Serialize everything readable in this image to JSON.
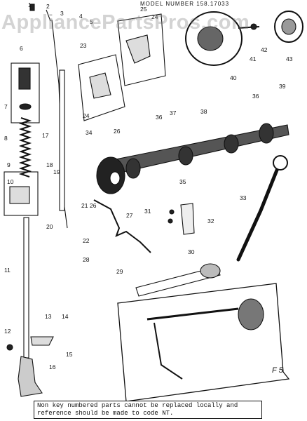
{
  "header": {
    "model_number": "MODEL NUMBER 158.17033"
  },
  "watermark": {
    "text": "AppliancePartsPros.com"
  },
  "figure": {
    "label": "F 5"
  },
  "footnote": {
    "text": "Non key numbered parts cannot be replaced locally and reference should be made to code NT."
  },
  "parts": {
    "p1": "1",
    "p2": "2",
    "p3": "3",
    "p4": "4",
    "p5": "5",
    "p6": "6",
    "p7": "7",
    "p8": "8",
    "p9": "9",
    "p10": "10",
    "p11": "11",
    "p12": "12",
    "p13": "13",
    "p14": "14",
    "p15": "15",
    "p16": "16",
    "p17": "17",
    "p18": "18",
    "p19": "19",
    "p20": "20",
    "p21": "21",
    "p22": "22",
    "p23": "23",
    "p24": "24",
    "p24b": "24",
    "p25": "25",
    "p26": "26",
    "p26b": "26",
    "p27": "27",
    "p28": "28",
    "p29": "29",
    "p30": "30",
    "p31": "31",
    "p32": "32",
    "p33": "33",
    "p34": "34",
    "p35": "35",
    "p36": "36",
    "p36b": "36",
    "p37": "37",
    "p38": "38",
    "p39": "39",
    "p40": "40",
    "p41": "41",
    "p42": "42",
    "p43": "43"
  }
}
